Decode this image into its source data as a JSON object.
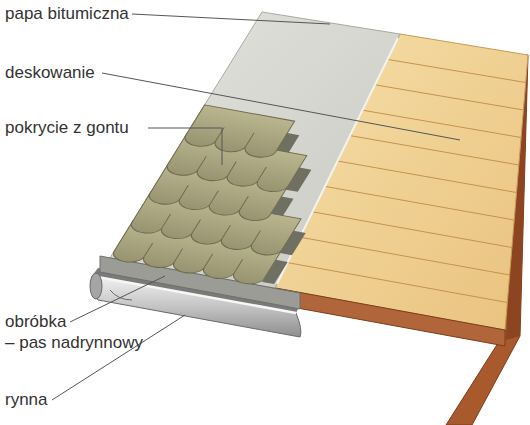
{
  "diagram": {
    "labels": [
      "papa bitumiczna",
      "deskowanie",
      "pokrycie z gontu",
      "obróbka",
      "– pas nadrynnowy",
      "rynna"
    ]
  }
}
